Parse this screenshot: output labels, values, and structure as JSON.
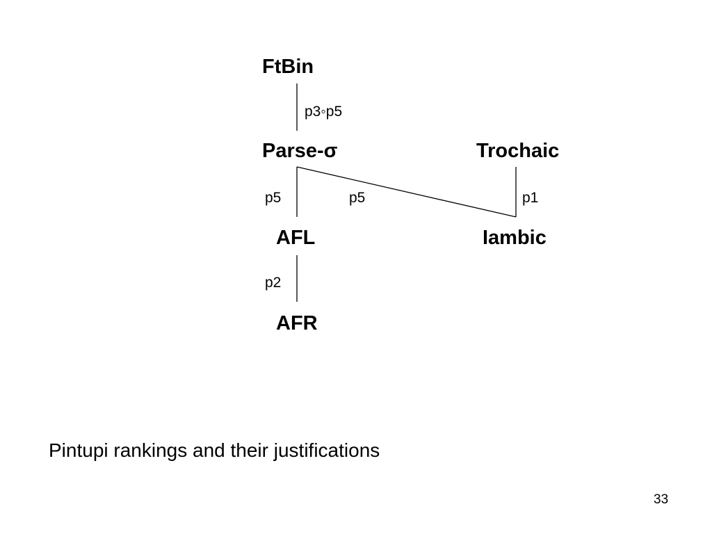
{
  "diagram": {
    "nodes": {
      "ftbin": "FtBin",
      "parse_sigma": "Parse-σ",
      "trochaic": "Trochaic",
      "afl": "AFL",
      "iambic": "Iambic",
      "afr": "AFR"
    },
    "edges": [
      {
        "from": "FtBin",
        "to": "Parse-σ",
        "label": "p3◦p5"
      },
      {
        "from": "Parse-σ",
        "to": "AFL",
        "label": "p5"
      },
      {
        "from": "Parse-σ",
        "to": "Iambic",
        "label": "p5"
      },
      {
        "from": "Trochaic",
        "to": "Iambic",
        "label": "p1"
      },
      {
        "from": "AFL",
        "to": "AFR",
        "label": "p2"
      }
    ]
  },
  "caption": "Pintupi rankings and their justifications",
  "page_number": "33"
}
